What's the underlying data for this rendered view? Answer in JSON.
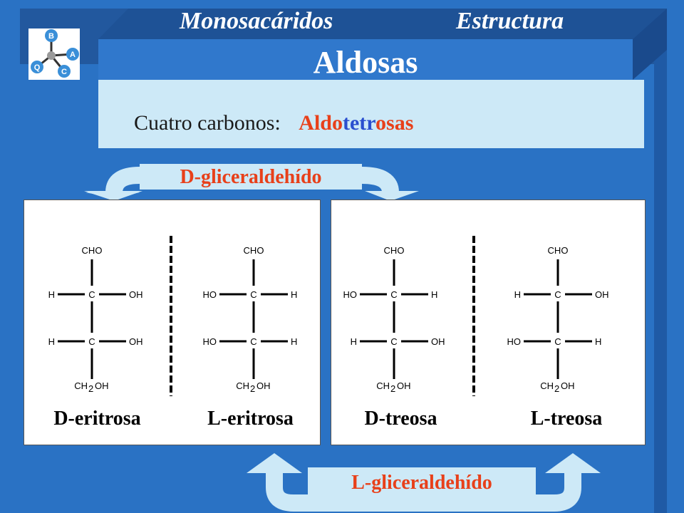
{
  "header": {
    "left": "Monosacáridos",
    "right": "Estructura",
    "title": "Aldosas"
  },
  "subtitle": {
    "lead": "Cuatro carbonos:",
    "word_parts": [
      "Aldo",
      "tetr",
      "osas"
    ],
    "word_colors": [
      "#e8401a",
      "#2a4fcf",
      "#e8401a"
    ]
  },
  "arrows": {
    "top_label": "D-gliceraldehído",
    "bottom_label": "L-gliceraldehído"
  },
  "logo": {
    "letters": [
      "B",
      "A",
      "C",
      "Q"
    ],
    "icon": "molecule-logo-icon"
  },
  "colors": {
    "background": "#2a72c4",
    "title_bar": "#2e6fc7",
    "content_box": "#cde9f7",
    "accent": "#e8401a",
    "blue_accent": "#2a4fcf"
  },
  "molecules": [
    {
      "name": "D-eritrosa",
      "top": "CHO",
      "c2": {
        "left": "H",
        "center": "C",
        "right": "OH"
      },
      "c3": {
        "left": "H",
        "center": "C",
        "right": "OH"
      },
      "bottom_ch": "CH",
      "bottom_sub": "2",
      "bottom_oh": "OH"
    },
    {
      "name": "L-eritrosa",
      "top": "CHO",
      "c2": {
        "left": "HO",
        "center": "C",
        "right": "H"
      },
      "c3": {
        "left": "HO",
        "center": "C",
        "right": "H"
      },
      "bottom_ch": "CH",
      "bottom_sub": "2",
      "bottom_oh": "OH"
    },
    {
      "name": "D-treosa",
      "top": "CHO",
      "c2": {
        "left": "HO",
        "center": "C",
        "right": "H"
      },
      "c3": {
        "left": "H",
        "center": "C",
        "right": "OH"
      },
      "bottom_ch": "CH",
      "bottom_sub": "2",
      "bottom_oh": "OH"
    },
    {
      "name": "L-treosa",
      "top": "CHO",
      "c2": {
        "left": "H",
        "center": "C",
        "right": "OH"
      },
      "c3": {
        "left": "HO",
        "center": "C",
        "right": "H"
      },
      "bottom_ch": "CH",
      "bottom_sub": "2",
      "bottom_oh": "OH"
    }
  ]
}
